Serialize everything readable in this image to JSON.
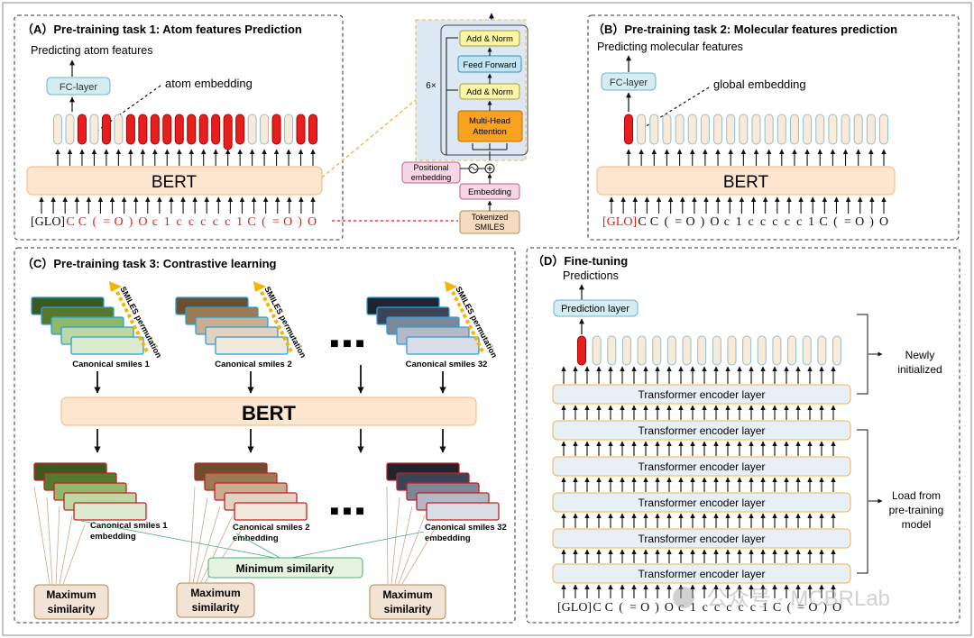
{
  "panelA": {
    "title": "（A）Pre-training task 1: Atom features Prediction",
    "output_label": "Predicting atom features",
    "fc_label": "FC-layer",
    "embedding_label": "atom embedding",
    "bert": "BERT",
    "tokens": [
      "[GLO]",
      "C",
      "C",
      "(",
      "=",
      "O",
      ")",
      "O",
      "c",
      "1",
      "c",
      "c",
      "c",
      "c",
      "c",
      "1",
      "C",
      "(",
      "=",
      "O",
      ")",
      "O"
    ],
    "token_colors": [
      "#111111",
      "#e02020",
      "#e02020",
      "#e02020",
      "#e02020",
      "#e02020",
      "#e02020",
      "#e02020",
      "#e02020",
      "#e02020",
      "#e02020",
      "#e02020",
      "#e02020",
      "#e02020",
      "#e02020",
      "#e02020",
      "#e02020",
      "#e02020",
      "#e02020",
      "#e02020",
      "#e02020",
      "#e02020"
    ]
  },
  "transformer": {
    "add_norm_top": "Add & Norm",
    "feed_forward": "Feed Forward",
    "add_norm_mid": "Add & Norm",
    "multi_head_1": "Multi-Head",
    "multi_head_2": "Attention",
    "repeat": "6×",
    "positional_1": "Positional",
    "positional_2": "embedding",
    "embedding": "Embedding",
    "tokenized_1": "Tokenized",
    "tokenized_2": "SMILES"
  },
  "panelB": {
    "title": "（B）Pre-training task 2: Molecular features prediction",
    "output_label": "Predicting molecular features",
    "fc_label": "FC-layer",
    "embedding_label": "global embedding",
    "bert": "BERT",
    "tokens": [
      "[GLO]",
      "C",
      "C",
      "(",
      "=",
      "O",
      ")",
      "O",
      "c",
      "1",
      "c",
      "c",
      "c",
      "c",
      "c",
      "1",
      "C",
      "(",
      "=",
      "O",
      ")",
      "O"
    ],
    "token_colors": [
      "#e02020",
      "#111111",
      "#111111",
      "#111111",
      "#111111",
      "#111111",
      "#111111",
      "#111111",
      "#111111",
      "#111111",
      "#111111",
      "#111111",
      "#111111",
      "#111111",
      "#111111",
      "#111111",
      "#111111",
      "#111111",
      "#111111",
      "#111111",
      "#111111",
      "#111111"
    ]
  },
  "panelC": {
    "title": "（C）Pre-training task 3: Contrastive learning",
    "permutation": "SMILES permutation",
    "canon1": "Canonical smiles 1",
    "canon2": "Canonical smiles 2",
    "canon32": "Canonical smiles 32",
    "dots": "■ ■ ■",
    "bert": "BERT",
    "emb1_a": "Canonical smiles 1",
    "emb1_b": "embedding",
    "emb2_a": "Canonical smiles 2",
    "emb2_b": "embedding",
    "emb32_a": "Canonical smiles 32",
    "emb32_b": "embedding",
    "min_sim": "Minimum similarity",
    "max_sim_a": "Maximum",
    "max_sim_b": "similarity",
    "stack_colors_1": [
      "#3a5a1f",
      "#557a2e",
      "#8fb86a",
      "#bcd9a4",
      "#dcebd0"
    ],
    "stack_colors_2": [
      "#6b4f2e",
      "#9c7a55",
      "#c9ad90",
      "#e2d2c2",
      "#efe6dc"
    ],
    "stack_colors_32": [
      "#1f2430",
      "#3c4458",
      "#7c8698",
      "#b3b9c7",
      "#d9dde6"
    ]
  },
  "panelD": {
    "title": "（D）Fine-tuning",
    "predictions": "Predictions",
    "prediction_layer": "Prediction layer",
    "layer_label": "Transformer encoder layer",
    "newly_a": "Newly",
    "newly_b": "initialized",
    "load_a": "Load from",
    "load_b": "pre-training",
    "load_c": "model",
    "tokens": [
      "[GLO]",
      "C",
      "C",
      "(",
      "=",
      "O",
      ")",
      "O",
      "c",
      "1",
      "c",
      "c",
      "c",
      "c",
      "c",
      "1",
      "C",
      "(",
      "=",
      "O",
      ")",
      "O"
    ]
  },
  "watermark": "公众号 · MCBRLab"
}
